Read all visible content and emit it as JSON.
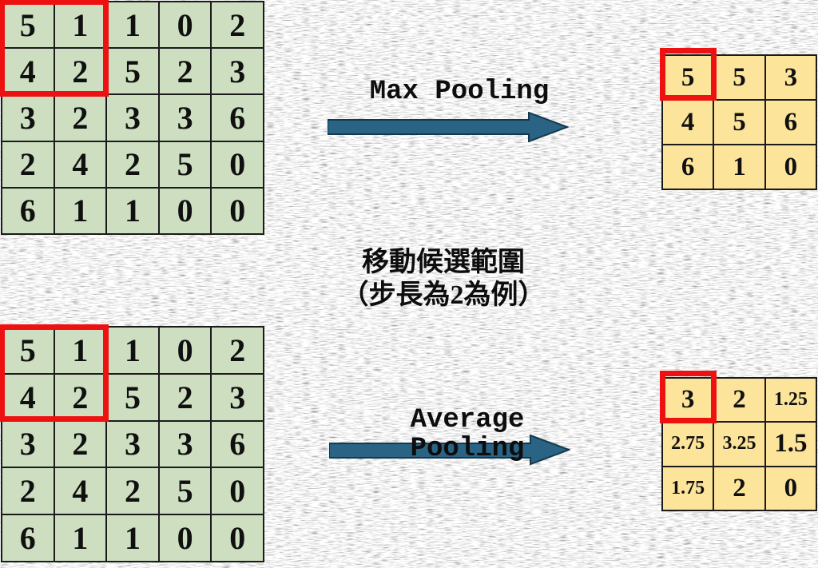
{
  "colors": {
    "cell_green": "#cddec1",
    "cell_yellow": "#fce49a",
    "highlight_red": "#ee1111",
    "grid_line": "#1b1b1b",
    "arrow_fill": "#2a6384",
    "arrow_stroke": "#14384c",
    "text": "#0d0d0d"
  },
  "input_grid": {
    "rows": [
      [
        5,
        1,
        1,
        0,
        2
      ],
      [
        4,
        2,
        5,
        2,
        3
      ],
      [
        3,
        2,
        3,
        3,
        6
      ],
      [
        2,
        4,
        2,
        5,
        0
      ],
      [
        6,
        1,
        1,
        0,
        0
      ]
    ]
  },
  "max_pooling": {
    "label": "Max Pooling",
    "output_rows": [
      [
        5,
        5,
        3
      ],
      [
        4,
        5,
        6
      ],
      [
        6,
        1,
        0
      ]
    ]
  },
  "average_pooling": {
    "label_line1": "Average",
    "label_line2": "Pooling",
    "output_rows": [
      [
        3,
        2,
        1.25
      ],
      [
        2.75,
        3.25,
        1.5
      ],
      [
        1.75,
        2,
        0
      ]
    ]
  },
  "caption": {
    "line1": "移動候選範圍",
    "line2": "（步長為2為例）"
  }
}
